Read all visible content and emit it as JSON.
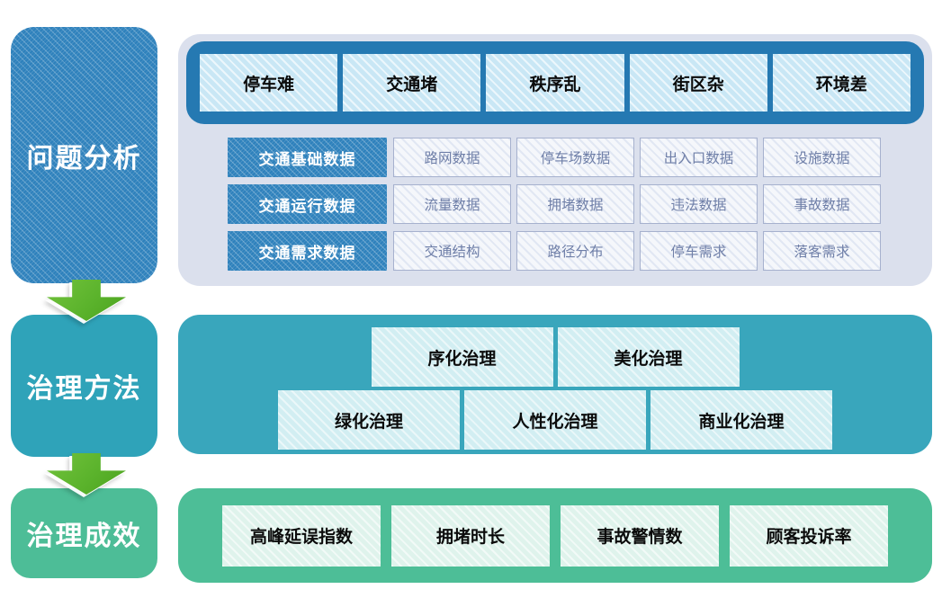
{
  "colors": {
    "stage_blue": "#2E81BC",
    "issues_bar_blue": "#2579B2",
    "issue_box_light_blue": "#C9E7F5",
    "problem_panel_gray": "#DBE0ED",
    "data_item_bg": "#F5F7FB",
    "data_item_border": "#A6B1CE",
    "data_item_text": "#6F7FA8",
    "method_teal": "#39A6BC",
    "method_box_light": "#D2EEF2",
    "effect_green": "#4DBE97",
    "metric_box_light": "#DFF3EC",
    "arrow_green": "#5BB32C"
  },
  "flow": {
    "problem": {
      "title": "问题分析",
      "issues": [
        "停车难",
        "交通堵",
        "秩序乱",
        "街区杂",
        "环境差"
      ],
      "data_rows": [
        {
          "label": "交通基础数据",
          "items": [
            "路网数据",
            "停车场数据",
            "出入口数据",
            "设施数据"
          ]
        },
        {
          "label": "交通运行数据",
          "items": [
            "流量数据",
            "拥堵数据",
            "违法数据",
            "事故数据"
          ]
        },
        {
          "label": "交通需求数据",
          "items": [
            "交通结构",
            "路径分布",
            "停车需求",
            "落客需求"
          ]
        }
      ]
    },
    "method": {
      "title": "治理方法",
      "row1": [
        "序化治理",
        "美化治理"
      ],
      "row2": [
        "绿化治理",
        "人性化治理",
        "商业化治理"
      ]
    },
    "effect": {
      "title": "治理成效",
      "metrics": [
        "高峰延误指数",
        "拥堵时长",
        "事故警情数",
        "顾客投诉率"
      ]
    }
  }
}
